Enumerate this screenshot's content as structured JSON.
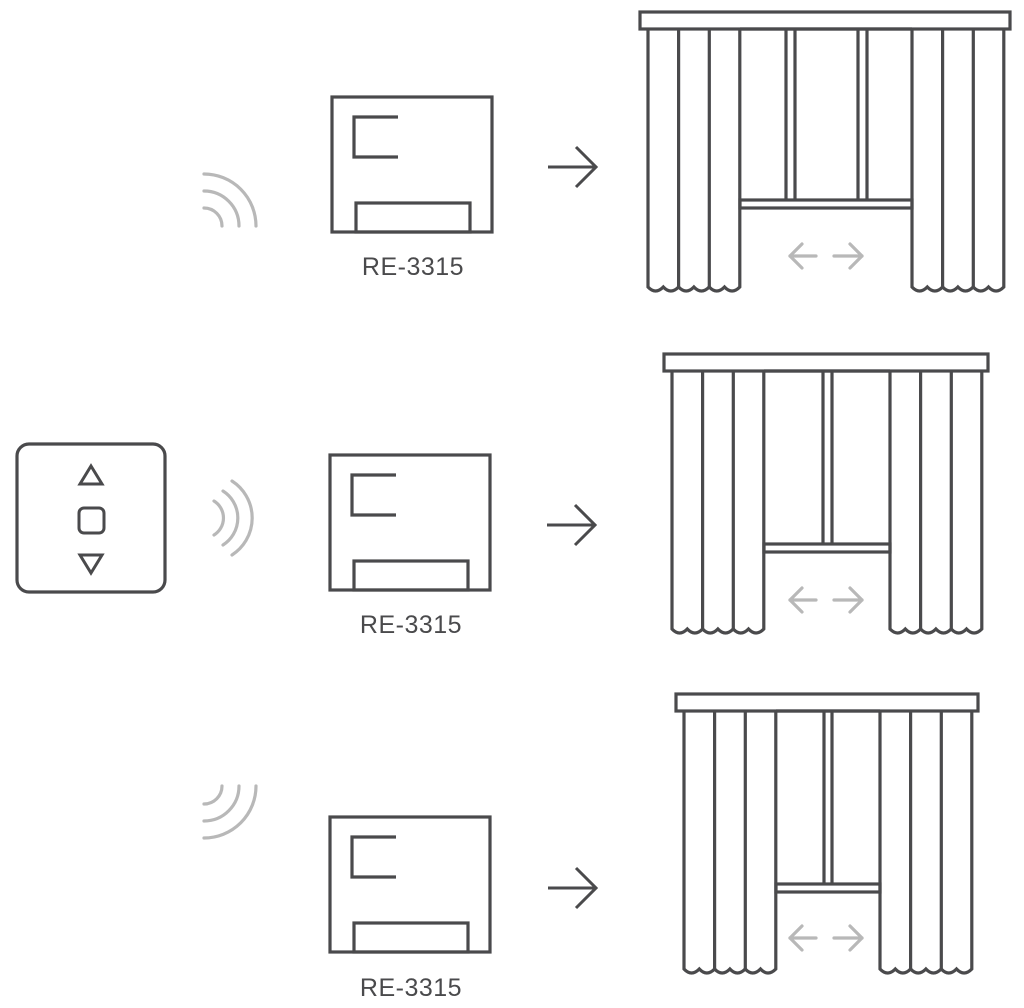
{
  "remote": {
    "icons": [
      "up-triangle-icon",
      "stop-square-icon",
      "down-triangle-icon"
    ]
  },
  "receivers": [
    {
      "model": "RE-3315"
    },
    {
      "model": "RE-3315"
    },
    {
      "model": "RE-3315"
    }
  ],
  "colors": {
    "line": "#4a4a4c",
    "muted": "#b8b8b8",
    "background": "#ffffff"
  }
}
